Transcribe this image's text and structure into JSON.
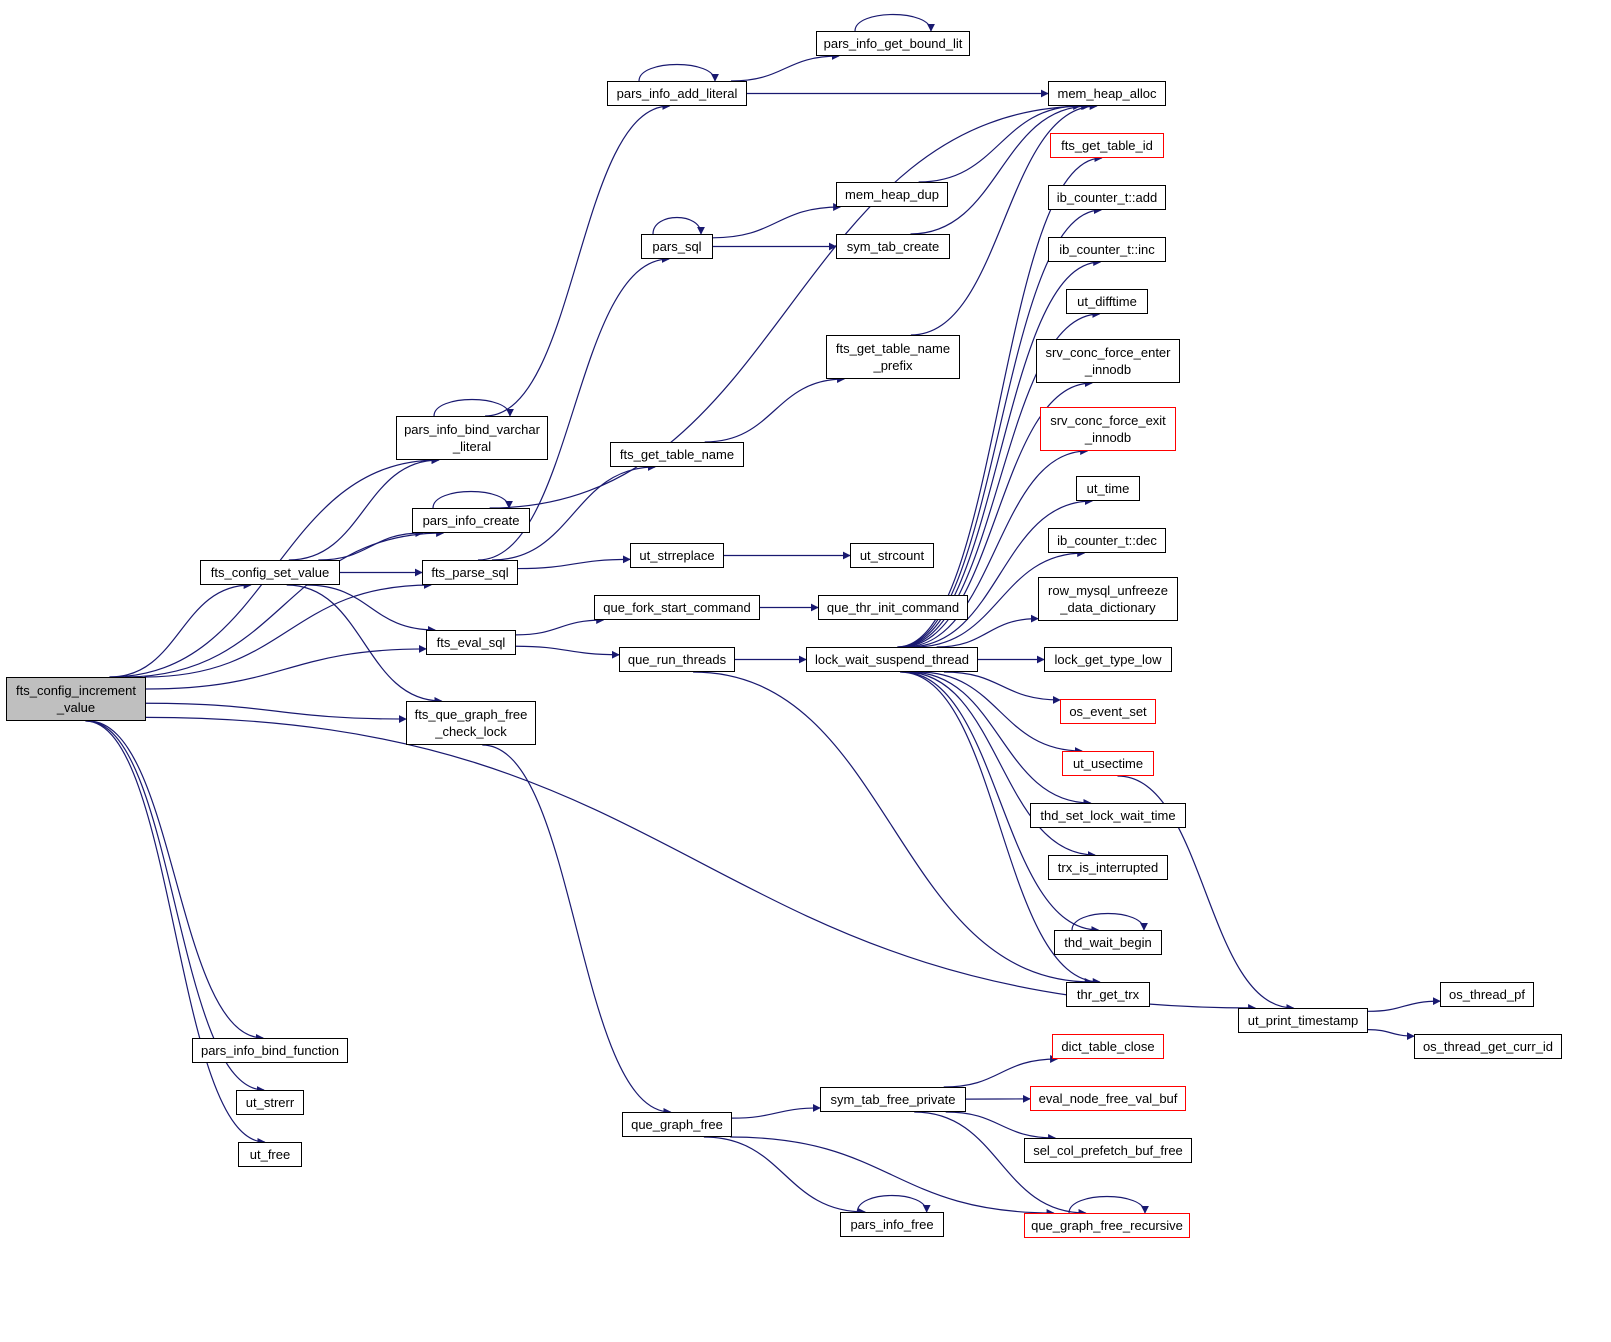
{
  "colors": {
    "edge": "#191970",
    "root_fill": "#bfbfbf",
    "external_border": "#ff0000"
  },
  "nodes": {
    "fts_config_increment_value": {
      "label": "fts_config_increment\n_value",
      "root": true
    },
    "pars_info_bind_varchar_literal": {
      "label": "pars_info_bind_varchar\n_literal"
    },
    "pars_info_create": {
      "label": "pars_info_create"
    },
    "fts_config_set_value": {
      "label": "fts_config_set_value"
    },
    "fts_parse_sql": {
      "label": "fts_parse_sql"
    },
    "fts_eval_sql": {
      "label": "fts_eval_sql"
    },
    "fts_que_graph_free_check_lock": {
      "label": "fts_que_graph_free\n_check_lock"
    },
    "pars_info_bind_function": {
      "label": "pars_info_bind_function"
    },
    "ut_strerr": {
      "label": "ut_strerr"
    },
    "ut_free": {
      "label": "ut_free"
    },
    "pars_info_add_literal": {
      "label": "pars_info_add_literal"
    },
    "pars_info_get_bound_lit": {
      "label": "pars_info_get_bound_lit"
    },
    "mem_heap_alloc": {
      "label": "mem_heap_alloc"
    },
    "pars_sql": {
      "label": "pars_sql"
    },
    "mem_heap_dup": {
      "label": "mem_heap_dup"
    },
    "sym_tab_create": {
      "label": "sym_tab_create"
    },
    "fts_get_table_name_prefix": {
      "label": "fts_get_table_name\n_prefix"
    },
    "fts_get_table_name": {
      "label": "fts_get_table_name"
    },
    "ut_strreplace": {
      "label": "ut_strreplace"
    },
    "ut_strcount": {
      "label": "ut_strcount"
    },
    "que_fork_start_command": {
      "label": "que_fork_start_command"
    },
    "que_thr_init_command": {
      "label": "que_thr_init_command"
    },
    "que_run_threads": {
      "label": "que_run_threads"
    },
    "lock_wait_suspend_thread": {
      "label": "lock_wait_suspend_thread"
    },
    "fts_get_table_id": {
      "label": "fts_get_table_id",
      "external": true
    },
    "ib_counter_add": {
      "label": "ib_counter_t::add"
    },
    "ib_counter_inc": {
      "label": "ib_counter_t::inc"
    },
    "ut_difftime": {
      "label": "ut_difftime"
    },
    "srv_conc_force_enter_innodb": {
      "label": "srv_conc_force_enter\n_innodb"
    },
    "srv_conc_force_exit_innodb": {
      "label": "srv_conc_force_exit\n_innodb",
      "external": true
    },
    "ut_time": {
      "label": "ut_time"
    },
    "ib_counter_dec": {
      "label": "ib_counter_t::dec"
    },
    "row_mysql_unfreeze_data_dictionary": {
      "label": "row_mysql_unfreeze\n_data_dictionary"
    },
    "lock_get_type_low": {
      "label": "lock_get_type_low"
    },
    "os_event_set": {
      "label": "os_event_set",
      "external": true
    },
    "ut_usectime": {
      "label": "ut_usectime",
      "external": true
    },
    "thd_set_lock_wait_time": {
      "label": "thd_set_lock_wait_time"
    },
    "trx_is_interrupted": {
      "label": "trx_is_interrupted"
    },
    "thd_wait_begin": {
      "label": "thd_wait_begin"
    },
    "thr_get_trx": {
      "label": "thr_get_trx"
    },
    "ut_print_timestamp": {
      "label": "ut_print_timestamp"
    },
    "os_thread_pf": {
      "label": "os_thread_pf"
    },
    "os_thread_get_curr_id": {
      "label": "os_thread_get_curr_id"
    },
    "que_graph_free": {
      "label": "que_graph_free"
    },
    "sym_tab_free_private": {
      "label": "sym_tab_free_private"
    },
    "dict_table_close": {
      "label": "dict_table_close",
      "external": true
    },
    "eval_node_free_val_buf": {
      "label": "eval_node_free_val_buf",
      "external": true
    },
    "sel_col_prefetch_buf_free": {
      "label": "sel_col_prefetch_buf_free"
    },
    "que_graph_free_recursive": {
      "label": "que_graph_free_recursive",
      "external": true
    },
    "pars_info_free": {
      "label": "pars_info_free"
    }
  },
  "edges": [
    [
      "fts_config_increment_value",
      "pars_info_bind_varchar_literal"
    ],
    [
      "fts_config_increment_value",
      "pars_info_create"
    ],
    [
      "fts_config_increment_value",
      "fts_config_set_value"
    ],
    [
      "fts_config_increment_value",
      "fts_parse_sql"
    ],
    [
      "fts_config_increment_value",
      "fts_eval_sql"
    ],
    [
      "fts_config_increment_value",
      "fts_que_graph_free_check_lock"
    ],
    [
      "fts_config_increment_value",
      "pars_info_bind_function"
    ],
    [
      "fts_config_increment_value",
      "ut_strerr"
    ],
    [
      "fts_config_increment_value",
      "ut_free"
    ],
    [
      "fts_config_increment_value",
      "ut_print_timestamp"
    ],
    [
      "pars_info_bind_varchar_literal",
      "pars_info_add_literal"
    ],
    [
      "pars_info_bind_varchar_literal",
      "pars_info_bind_varchar_literal"
    ],
    [
      "pars_info_create",
      "mem_heap_alloc"
    ],
    [
      "pars_info_create",
      "pars_info_create"
    ],
    [
      "fts_config_set_value",
      "pars_info_bind_varchar_literal"
    ],
    [
      "fts_config_set_value",
      "pars_info_create"
    ],
    [
      "fts_config_set_value",
      "fts_parse_sql"
    ],
    [
      "fts_config_set_value",
      "fts_eval_sql"
    ],
    [
      "fts_config_set_value",
      "fts_que_graph_free_check_lock"
    ],
    [
      "fts_parse_sql",
      "pars_sql"
    ],
    [
      "fts_parse_sql",
      "fts_get_table_name"
    ],
    [
      "fts_parse_sql",
      "ut_strreplace"
    ],
    [
      "fts_eval_sql",
      "que_fork_start_command"
    ],
    [
      "fts_eval_sql",
      "que_run_threads"
    ],
    [
      "fts_que_graph_free_check_lock",
      "que_graph_free"
    ],
    [
      "pars_info_add_literal",
      "pars_info_get_bound_lit"
    ],
    [
      "pars_info_add_literal",
      "mem_heap_alloc"
    ],
    [
      "pars_info_add_literal",
      "pars_info_add_literal"
    ],
    [
      "pars_info_get_bound_lit",
      "pars_info_get_bound_lit"
    ],
    [
      "pars_sql",
      "mem_heap_dup"
    ],
    [
      "pars_sql",
      "sym_tab_create"
    ],
    [
      "pars_sql",
      "pars_sql"
    ],
    [
      "mem_heap_dup",
      "mem_heap_alloc"
    ],
    [
      "sym_tab_create",
      "mem_heap_alloc"
    ],
    [
      "fts_get_table_name",
      "fts_get_table_name_prefix"
    ],
    [
      "fts_get_table_name_prefix",
      "mem_heap_alloc"
    ],
    [
      "ut_strreplace",
      "ut_strcount"
    ],
    [
      "que_fork_start_command",
      "que_thr_init_command"
    ],
    [
      "que_run_threads",
      "lock_wait_suspend_thread"
    ],
    [
      "que_run_threads",
      "thr_get_trx"
    ],
    [
      "lock_wait_suspend_thread",
      "fts_get_table_id"
    ],
    [
      "lock_wait_suspend_thread",
      "ib_counter_add"
    ],
    [
      "lock_wait_suspend_thread",
      "ib_counter_inc"
    ],
    [
      "lock_wait_suspend_thread",
      "ut_difftime"
    ],
    [
      "lock_wait_suspend_thread",
      "srv_conc_force_enter_innodb"
    ],
    [
      "lock_wait_suspend_thread",
      "srv_conc_force_exit_innodb"
    ],
    [
      "lock_wait_suspend_thread",
      "ut_time"
    ],
    [
      "lock_wait_suspend_thread",
      "ib_counter_dec"
    ],
    [
      "lock_wait_suspend_thread",
      "row_mysql_unfreeze_data_dictionary"
    ],
    [
      "lock_wait_suspend_thread",
      "lock_get_type_low"
    ],
    [
      "lock_wait_suspend_thread",
      "os_event_set"
    ],
    [
      "lock_wait_suspend_thread",
      "ut_usectime"
    ],
    [
      "lock_wait_suspend_thread",
      "thd_set_lock_wait_time"
    ],
    [
      "lock_wait_suspend_thread",
      "trx_is_interrupted"
    ],
    [
      "lock_wait_suspend_thread",
      "thd_wait_begin"
    ],
    [
      "lock_wait_suspend_thread",
      "thr_get_trx"
    ],
    [
      "thd_wait_begin",
      "thd_wait_begin"
    ],
    [
      "ut_usectime",
      "ut_print_timestamp"
    ],
    [
      "ut_print_timestamp",
      "os_thread_pf"
    ],
    [
      "ut_print_timestamp",
      "os_thread_get_curr_id"
    ],
    [
      "que_graph_free",
      "sym_tab_free_private"
    ],
    [
      "que_graph_free",
      "que_graph_free_recursive"
    ],
    [
      "que_graph_free",
      "pars_info_free"
    ],
    [
      "sym_tab_free_private",
      "dict_table_close"
    ],
    [
      "sym_tab_free_private",
      "eval_node_free_val_buf"
    ],
    [
      "sym_tab_free_private",
      "sel_col_prefetch_buf_free"
    ],
    [
      "sym_tab_free_private",
      "que_graph_free_recursive"
    ],
    [
      "que_graph_free_recursive",
      "que_graph_free_recursive"
    ],
    [
      "pars_info_free",
      "pars_info_free"
    ]
  ]
}
